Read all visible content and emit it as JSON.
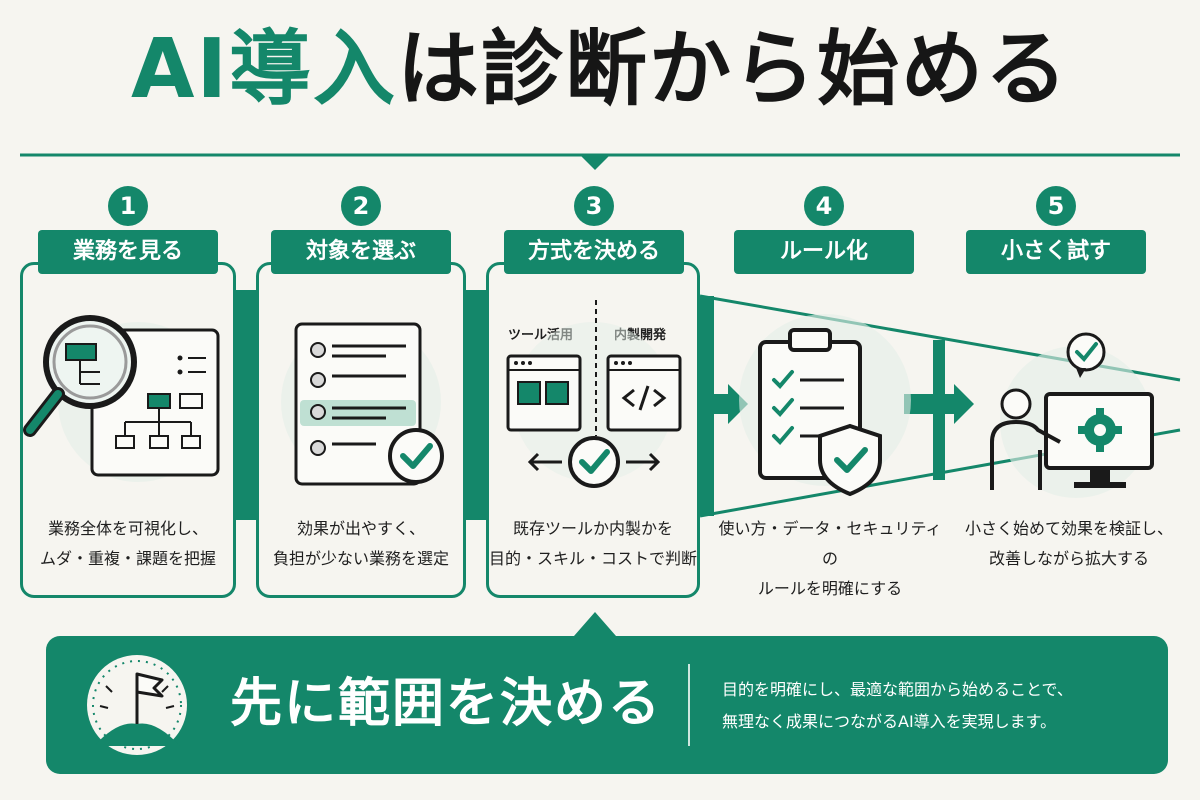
{
  "title": {
    "accent": "AI導入",
    "rest": "は診断から始める"
  },
  "colors": {
    "accent": "#14876a",
    "background": "#f6f5f0"
  },
  "steps": [
    {
      "number": "1",
      "label": "業務を見る",
      "lines": [
        "業務全体を可視化し、",
        "ムダ・重複・課題を把握"
      ],
      "icon": "magnifier-flowchart-icon"
    },
    {
      "number": "2",
      "label": "対象を選ぶ",
      "lines": [
        "効果が出やすく、",
        "負担が少ない業務を選定"
      ],
      "icon": "checklist-select-icon"
    },
    {
      "number": "3",
      "label": "方式を決める",
      "lines": [
        "既存ツールか内製かを",
        "目的・スキル・コストで判断"
      ],
      "icon": "tool-vs-build-icon",
      "sub_left": "ツール活用",
      "sub_right": "内製開発"
    },
    {
      "number": "4",
      "label": "ルール化",
      "lines": [
        "使い方・データ・セキュリティの",
        "ルールを明確にする"
      ],
      "icon": "clipboard-shield-icon"
    },
    {
      "number": "5",
      "label": "小さく試す",
      "lines": [
        "小さく始めて効果を検証し、",
        "改善しながら拡大する"
      ],
      "icon": "person-monitor-gear-icon"
    }
  ],
  "banner": {
    "title": "先に範囲を決める",
    "lines": [
      "目的を明確にし、最適な範囲から始めることで、",
      "無理なく成果につながるAI導入を実現します。"
    ],
    "icon": "flag-summit-icon"
  }
}
